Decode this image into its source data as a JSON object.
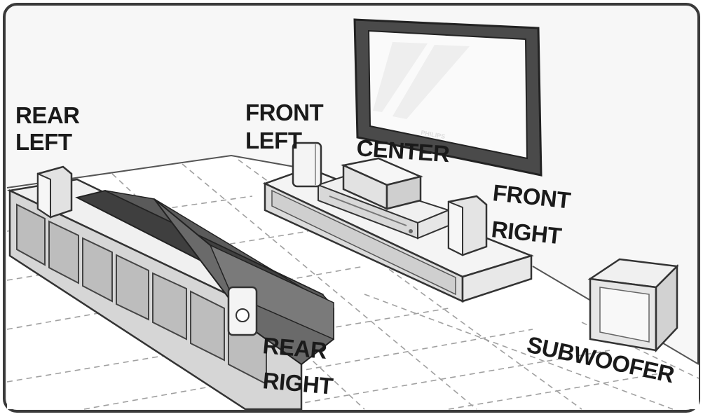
{
  "labels": {
    "rear_left": [
      "REAR",
      "LEFT"
    ],
    "front_left": [
      "FRONT",
      "LEFT"
    ],
    "center": "CENTER",
    "front_right": [
      "FRONT",
      "RIGHT"
    ],
    "rear_right": [
      "REAR",
      "RIGHT"
    ],
    "subwoofer": "SUBWOOFER"
  },
  "tv_brand": "PHILIPS",
  "colors": {
    "frame": "#3a3a3a",
    "floor_lines": "#9a9a9a",
    "furniture_fill": "#ececec",
    "sofa_dark": "#5a5a5a",
    "speaker_fill": "#f2f2f2"
  }
}
